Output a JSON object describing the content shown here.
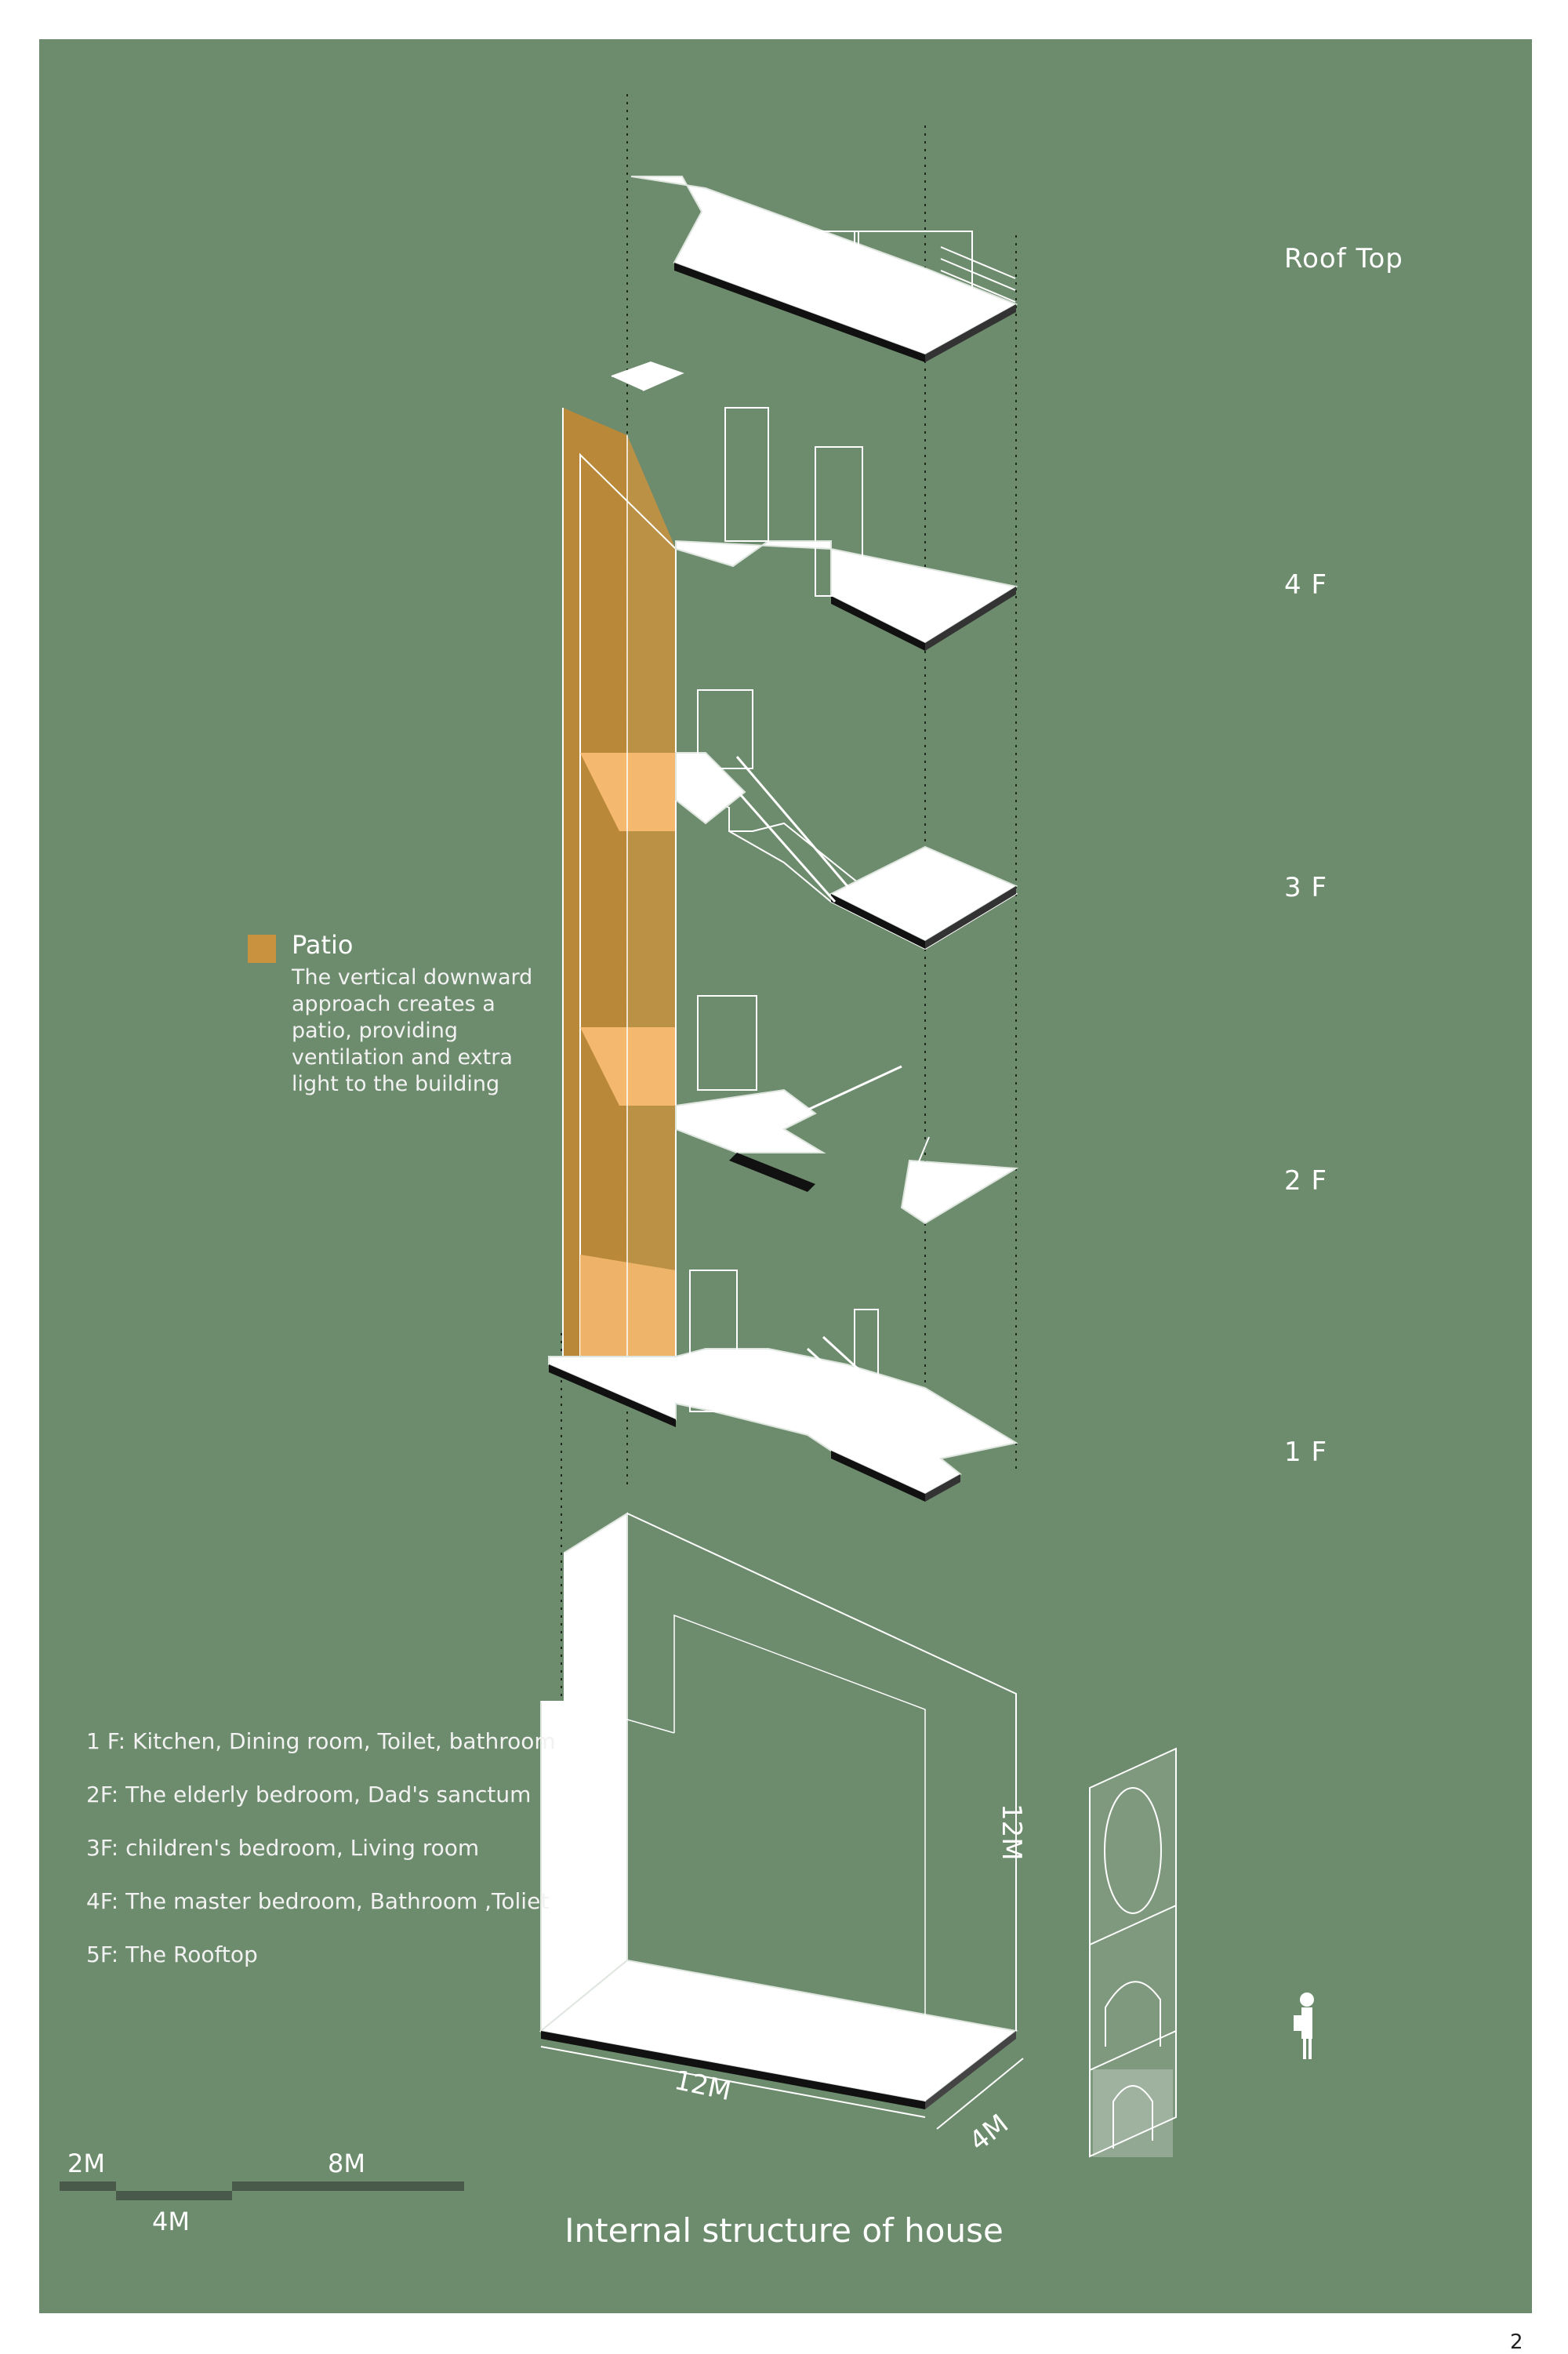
{
  "floors": {
    "roof": "Roof  Top",
    "f4": "4 F",
    "f3": "3 F",
    "f2": "2 F",
    "f1": "1 F"
  },
  "patio": {
    "title": "Patio",
    "description": "The vertical downward approach creates a patio, providing ventilation and extra light to the building"
  },
  "rooms": [
    "1 F: Kitchen, Dining room, Toilet, bathroom",
    "2F: The elderly bedroom, Dad's sanctum",
    "3F: children's bedroom, Living room",
    "4F: The master bedroom, Bathroom ,Toliet",
    "5F: The Rooftop"
  ],
  "dimensions": {
    "height": "12M",
    "length": "12M",
    "depth": "4M"
  },
  "scale": {
    "a": "2M",
    "b": "4M",
    "c": "8M"
  },
  "caption": "Internal structure of house",
  "page_number": "2",
  "colors": {
    "background": "#6d8b6d",
    "patio": "#c9923e",
    "patio_light": "#f4b86e",
    "line": "#ffffff"
  }
}
